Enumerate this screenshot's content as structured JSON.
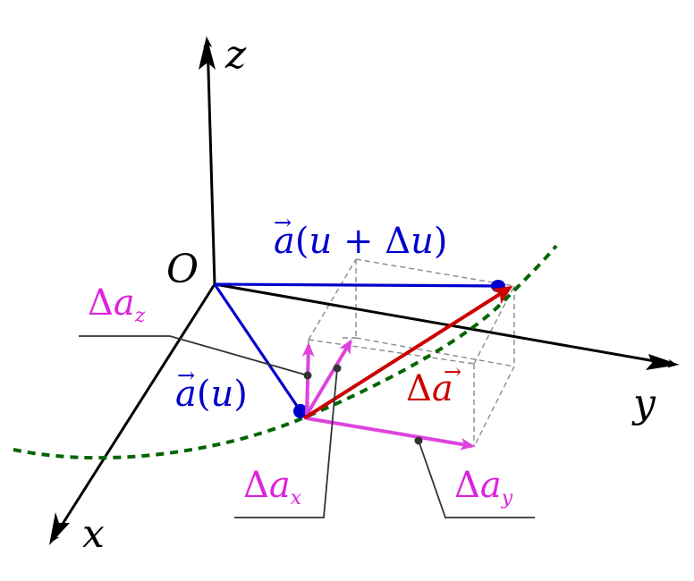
{
  "axes": {
    "z": "z",
    "y": "y",
    "x": "x",
    "origin": "O"
  },
  "labels": {
    "a_u_delta": {
      "vec": "a",
      "open": "(",
      "var1": "u",
      "plus": " + ",
      "delta": "Δ",
      "var2": "u",
      "close": ")"
    },
    "a_u": {
      "vec": "a",
      "open": "(",
      "var": "u",
      "close": ")"
    },
    "delta_a": {
      "delta": "Δ",
      "vec": "a"
    },
    "delta_a_z": {
      "delta": "Δ",
      "main": "a",
      "sub": "z"
    },
    "delta_a_x": {
      "delta": "Δ",
      "main": "a",
      "sub": "x"
    },
    "delta_a_y": {
      "delta": "Δ",
      "main": "a",
      "sub": "y"
    }
  },
  "colors": {
    "axis": "#000000",
    "blue_vector": "#0000cc",
    "red_vector": "#cc0000",
    "component": "#dd44dd",
    "component_label": "#dd22dd",
    "curve": "#006600",
    "box": "#888888",
    "leader": "#333333"
  },
  "vec_arrow_glyph": "→"
}
